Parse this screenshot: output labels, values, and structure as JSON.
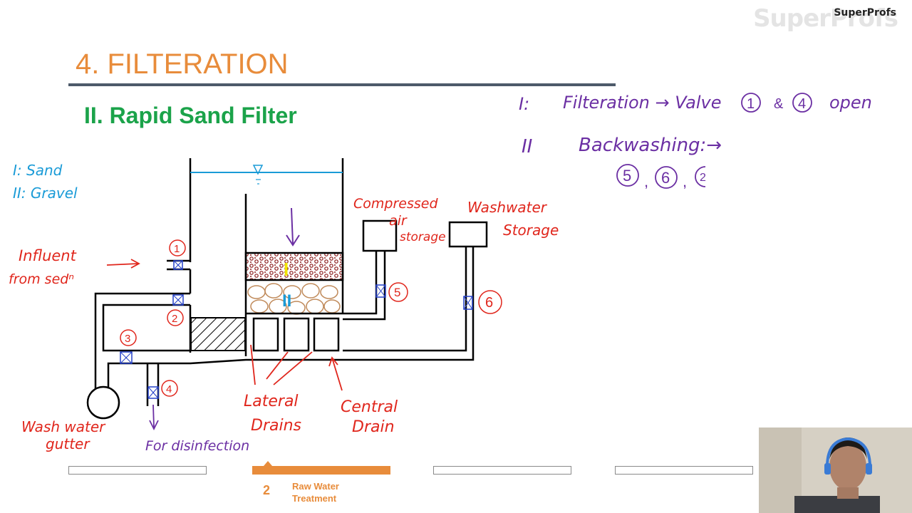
{
  "brand": {
    "watermark": "SuperProfs",
    "label": "SuperProfs"
  },
  "slide": {
    "title": "4.  FILTERATION",
    "subtitle": "II.   Rapid Sand Filter"
  },
  "colors": {
    "title": "#e88c3b",
    "subtitle": "#1ba34a",
    "annotation_red": "#e0261c",
    "annotation_purple": "#6b2fa3",
    "annotation_blue": "#1a9bd7",
    "valve": "#2440c9"
  },
  "legend": {
    "sand": "I: Sand",
    "gravel": "II: Gravel"
  },
  "labels": {
    "influent_1": "Influent",
    "influent_2": "from sedⁿ",
    "compressed_1": "Compressed",
    "compressed_2": "air",
    "compressed_3": "storage",
    "washwater_1": "Washwater",
    "washwater_2": "Storage",
    "gutter_1": "Wash water",
    "gutter_2": "gutter",
    "disinfection": "For disinfection",
    "lateral_1": "Lateral",
    "lateral_2": "Drains",
    "central_1": "Central",
    "central_2": "Drain",
    "layer_sand": "I",
    "layer_gravel": "II"
  },
  "valves": [
    "1",
    "2",
    "3",
    "4",
    "5",
    "6"
  ],
  "notes": {
    "line1_mark": "I:",
    "line1_text": "Filteration → Valve",
    "line1_v1": "1",
    "line1_amp": "&",
    "line1_v2": "4",
    "line1_end": "open",
    "line2_mark": "II",
    "line2_text": "Backwashing:→",
    "line3_v1": "5",
    "line3_v2": "6",
    "line3_v3": "2"
  },
  "progress": {
    "active_step_number": "2",
    "active_step_label_1": "Raw Water",
    "active_step_label_2": "Treatment"
  }
}
